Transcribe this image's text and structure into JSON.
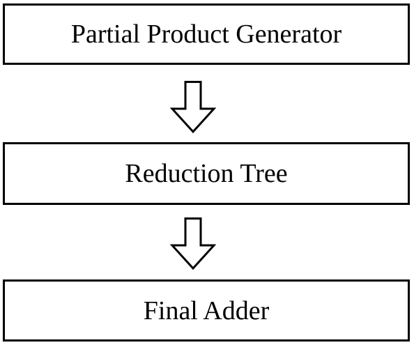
{
  "diagram": {
    "steps": [
      {
        "label": "Partial Product Generator"
      },
      {
        "label": "Reduction Tree"
      },
      {
        "label": "Final Adder"
      }
    ]
  }
}
